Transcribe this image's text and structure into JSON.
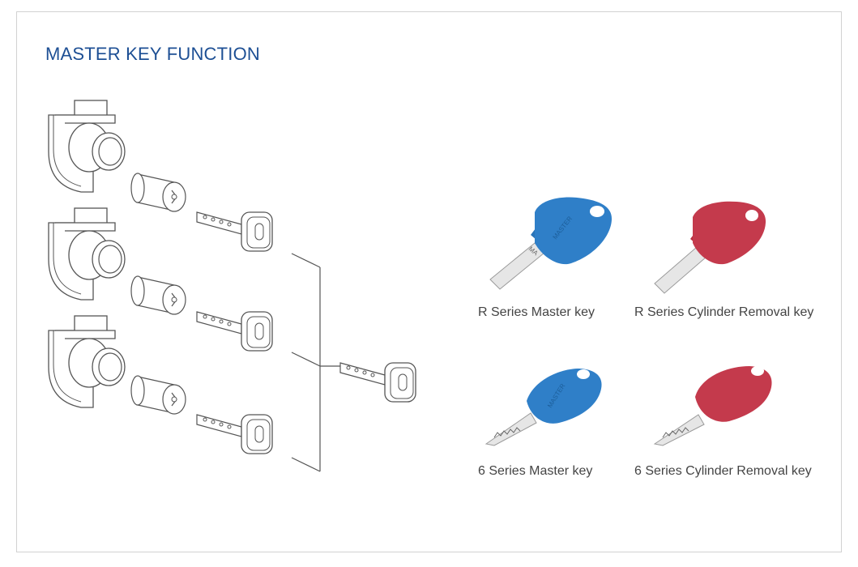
{
  "title": "MASTER KEY FUNCTION",
  "colors": {
    "title": "#1d4f94",
    "master_key": "#2f7fc8",
    "removal_key": "#c43a4c",
    "outline": "#555555"
  },
  "keys": [
    {
      "label": "R Series Master key",
      "color": "blue",
      "type": "R",
      "stamp": "MASTER",
      "blade_text": "MA"
    },
    {
      "label": "R Series Cylinder Removal key",
      "color": "red",
      "type": "R"
    },
    {
      "label": "6 Series Master key",
      "color": "blue",
      "type": "6",
      "stamp": "MASTER"
    },
    {
      "label": "6 Series Cylinder Removal key",
      "color": "red",
      "type": "6"
    }
  ]
}
